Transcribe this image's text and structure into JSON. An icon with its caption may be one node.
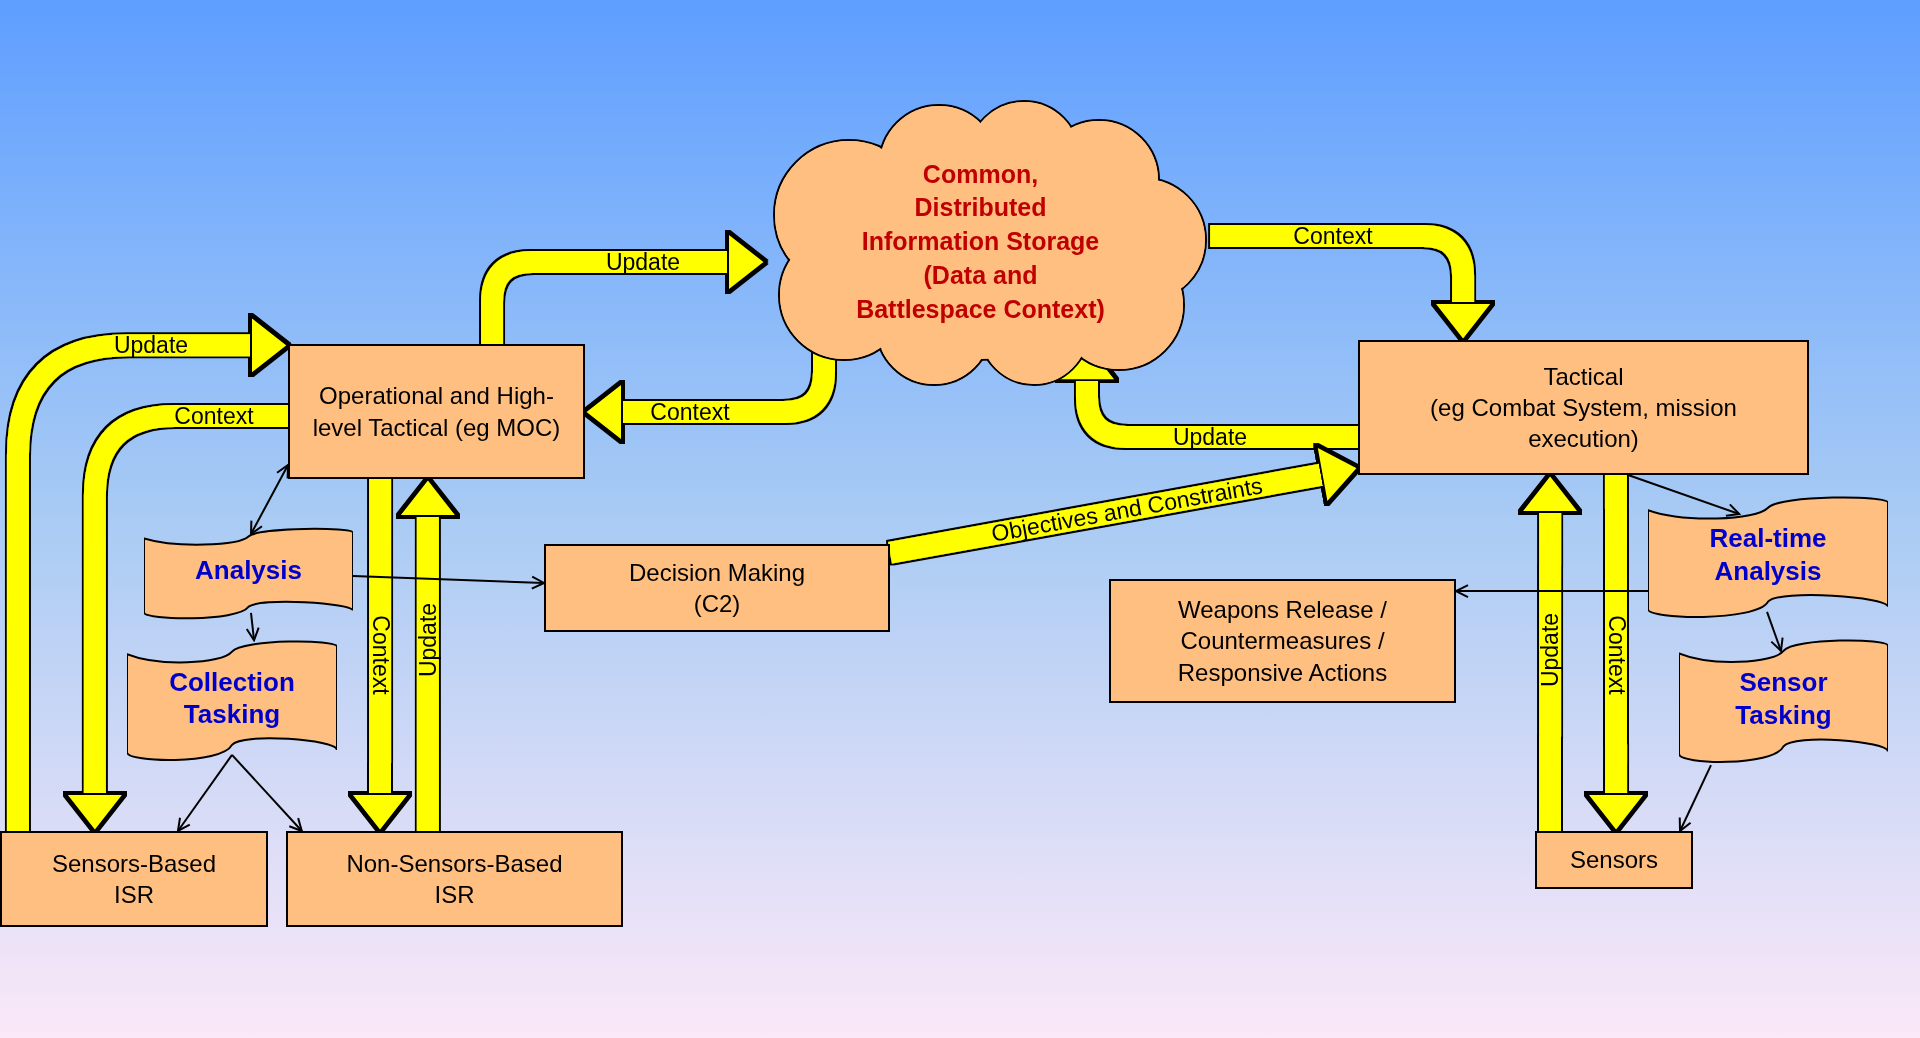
{
  "diagram": {
    "nodes": [
      {
        "text": [
          "Common, Distributed Information Storage (Data and Battlespace Context)"
        ]
      },
      {
        "text": [
          "Operational and High-level Tactical (eg MOC)"
        ]
      },
      {
        "text": [
          "Tactical",
          "(eg Combat System, mission execution)"
        ]
      },
      {
        "text": [
          "Analysis"
        ]
      },
      {
        "text": [
          "Collection Tasking"
        ]
      },
      {
        "text": [
          "Decision Making (C2)"
        ]
      },
      {
        "text": [
          "Weapons Release / Countermeasures / Responsive Actions"
        ]
      },
      {
        "text": [
          "Real-time Analysis"
        ]
      },
      {
        "text": [
          "Sensor Tasking"
        ]
      },
      {
        "text": [
          "Sensors-Based ISR"
        ]
      },
      {
        "text": [
          "Non-Sensors-Based ISR"
        ]
      },
      {
        "text": [
          "Sensors"
        ]
      }
    ],
    "edges": [
      {
        "from": 1,
        "to": 0,
        "arrow": "to",
        "label": "Update"
      },
      {
        "from": 0,
        "to": 1,
        "arrow": "to",
        "label": "Context"
      },
      {
        "from": 0,
        "to": 2,
        "arrow": "to",
        "label": "Context"
      },
      {
        "from": 2,
        "to": 0,
        "arrow": "to",
        "label": "Update"
      },
      {
        "from": 5,
        "to": 2,
        "arrow": "to",
        "label": "Objectives and Constraints"
      },
      {
        "from": 9,
        "to": 1,
        "arrow": "to",
        "label": "Update"
      },
      {
        "from": 1,
        "to": 9,
        "arrow": "to",
        "label": "Context"
      },
      {
        "from": 1,
        "to": 10,
        "arrow": "to",
        "label": "Context"
      },
      {
        "from": 10,
        "to": 1,
        "arrow": "to",
        "label": "Update"
      },
      {
        "from": 11,
        "to": 2,
        "arrow": "to",
        "label": "Update"
      },
      {
        "from": 2,
        "to": 11,
        "arrow": "to",
        "label": "Context"
      },
      {
        "from": 1,
        "to": 3,
        "arrow": "both",
        "color": "#000000"
      },
      {
        "from": 3,
        "to": 5,
        "arrow": "to",
        "color": "#000000"
      },
      {
        "from": 3,
        "to": 4,
        "arrow": "to",
        "color": "#000000"
      },
      {
        "from": 4,
        "to": 9,
        "arrow": "to",
        "color": "#000000"
      },
      {
        "from": 4,
        "to": 10,
        "arrow": "to",
        "color": "#000000"
      },
      {
        "from": 2,
        "to": 7,
        "arrow": "to",
        "color": "#000000"
      },
      {
        "from": 7,
        "to": 6,
        "arrow": "to",
        "color": "#000000"
      },
      {
        "from": 7,
        "to": 8,
        "arrow": "to",
        "color": "#000000"
      },
      {
        "from": 8,
        "to": 11,
        "arrow": "to",
        "color": "#000000"
      }
    ]
  }
}
